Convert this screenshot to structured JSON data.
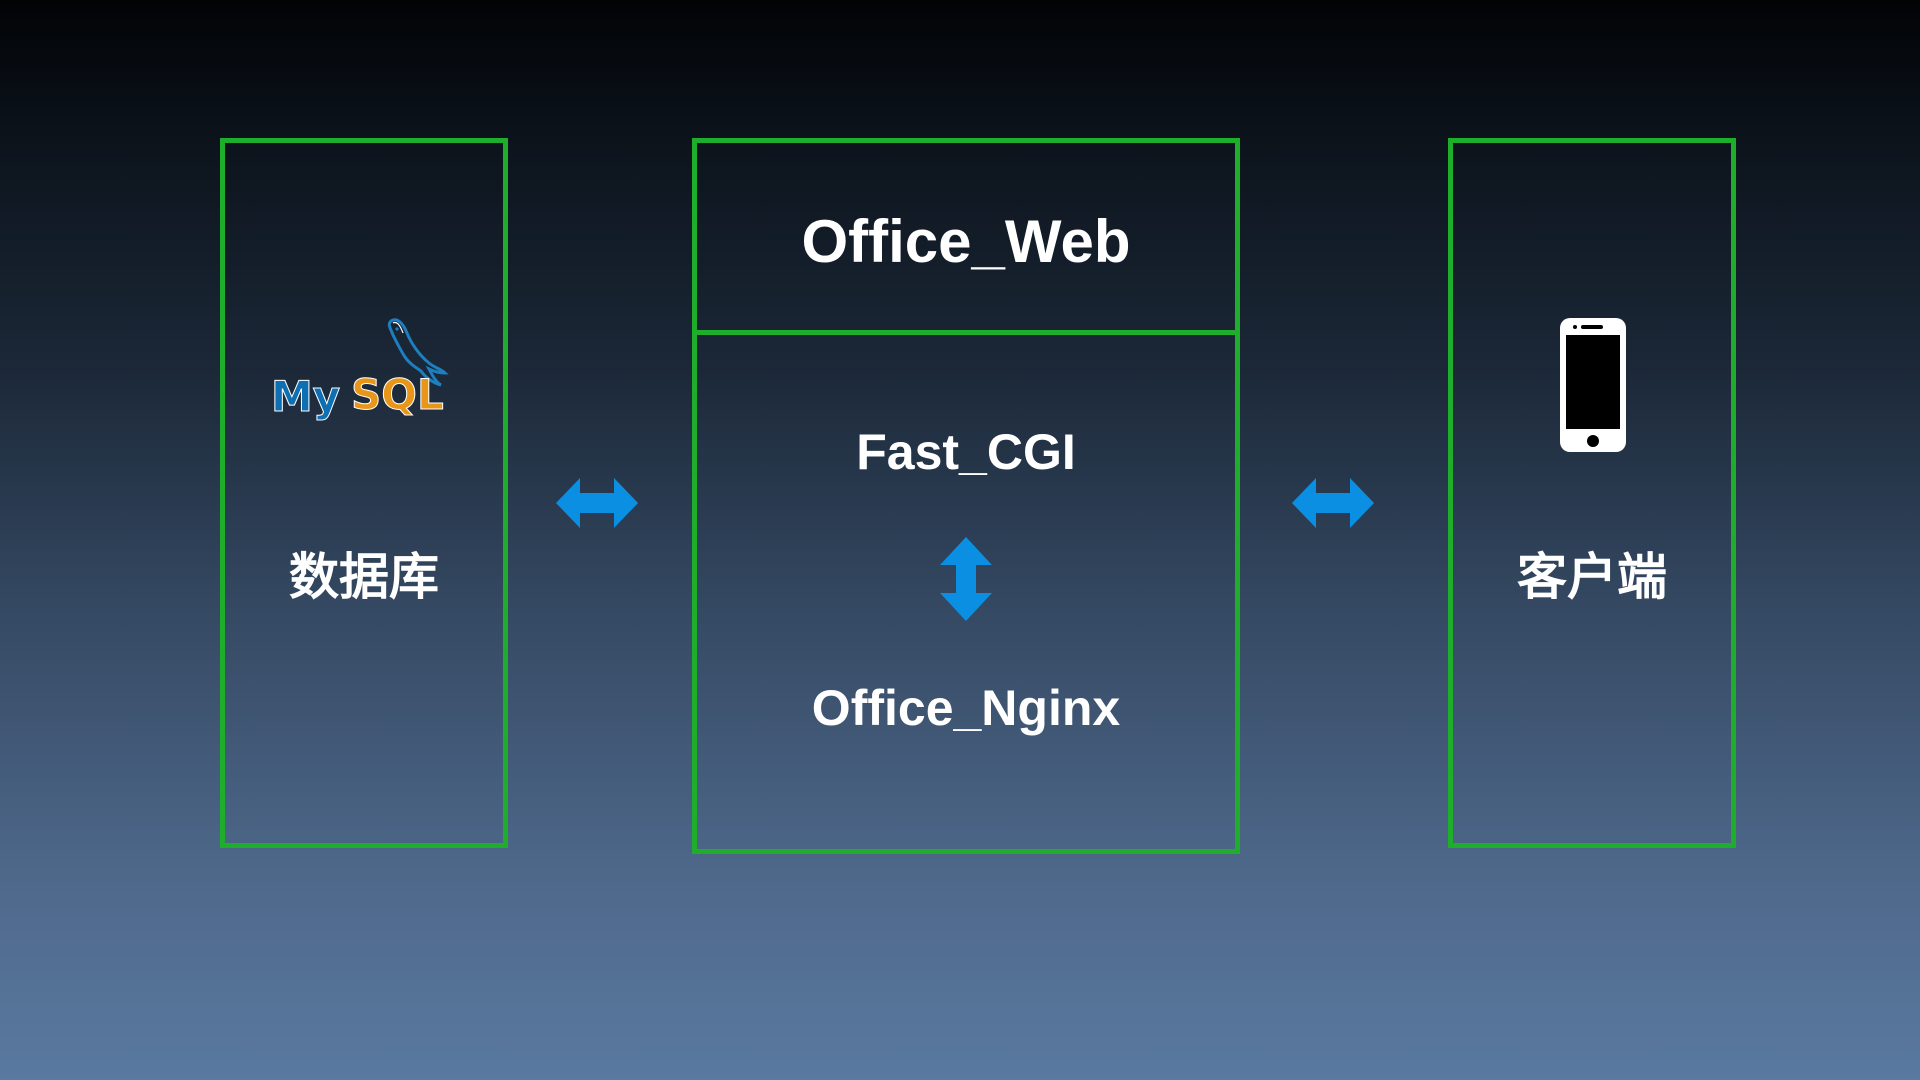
{
  "nodes": {
    "database": {
      "label": "数据库",
      "logo_text": "MySQL",
      "logo_icon": "mysql-dolphin-logo"
    },
    "server": {
      "title": "Office_Web",
      "upper": "Fast_CGI",
      "lower": "Office_Nginx"
    },
    "client": {
      "label": "客户端",
      "icon": "smartphone-icon"
    }
  },
  "colors": {
    "border": "#1fae2c",
    "arrow": "#0a8fe2",
    "text": "#ffffff"
  }
}
